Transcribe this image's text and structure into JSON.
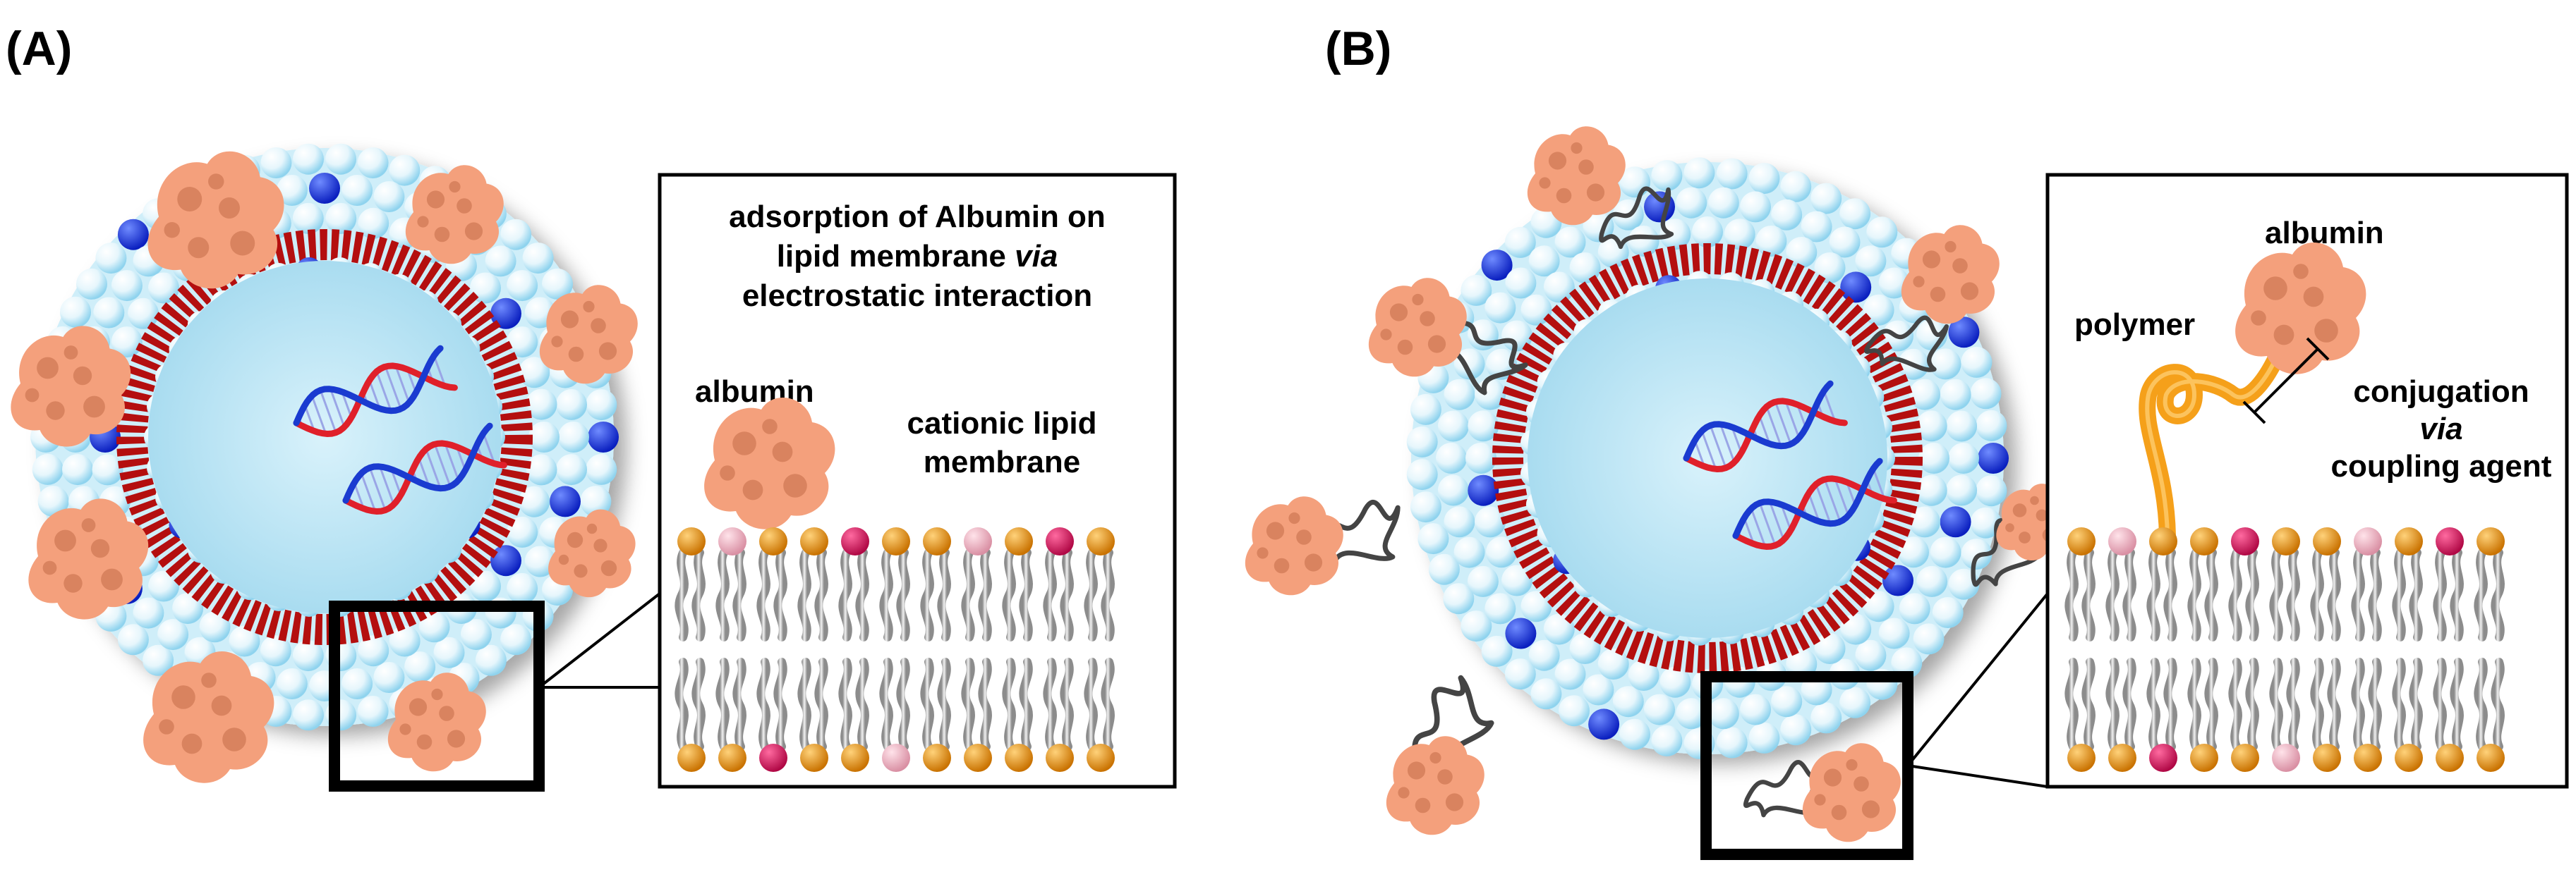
{
  "panels": [
    {
      "label": "(A)",
      "inset_title_lines": [
        {
          "pre": "adsorption of Albumin on",
          "ital": "",
          "post": ""
        },
        {
          "pre": "lipid membrane ",
          "ital": "via",
          "post": ""
        },
        {
          "pre": "electrostatic interaction",
          "ital": "",
          "post": ""
        }
      ],
      "protein_label": "albumin",
      "membrane_label_lines": [
        "cationic lipid",
        "membrane"
      ]
    },
    {
      "label": "(B)",
      "protein_label": "albumin",
      "polymer_label": "polymer",
      "conjugation_lines": [
        "conjugation",
        "via",
        "coupling agent"
      ]
    }
  ],
  "colors": {
    "protein": "#f4a07c",
    "protein_dark": "#d9835f",
    "headgroup_light": "#bfe6f5",
    "headgroup_blue": "#0a1fbf",
    "bilayer_red": "#b40f0f",
    "core_fill": "#bfe7f5",
    "dna_red": "#e0202a",
    "dna_blue": "#1a3bd0",
    "lipid_head_orange": "#e08a10",
    "lipid_head_pink": "#f0b7c6",
    "lipid_head_magenta": "#dc1460",
    "lipid_tail": "#bfbfbf",
    "polymer_orange": "#f5a01a",
    "polymer_coil": "#444444"
  },
  "icons": [
    "dna-helix-icon",
    "albumin-protein-icon",
    "polymer-coil-icon"
  ]
}
